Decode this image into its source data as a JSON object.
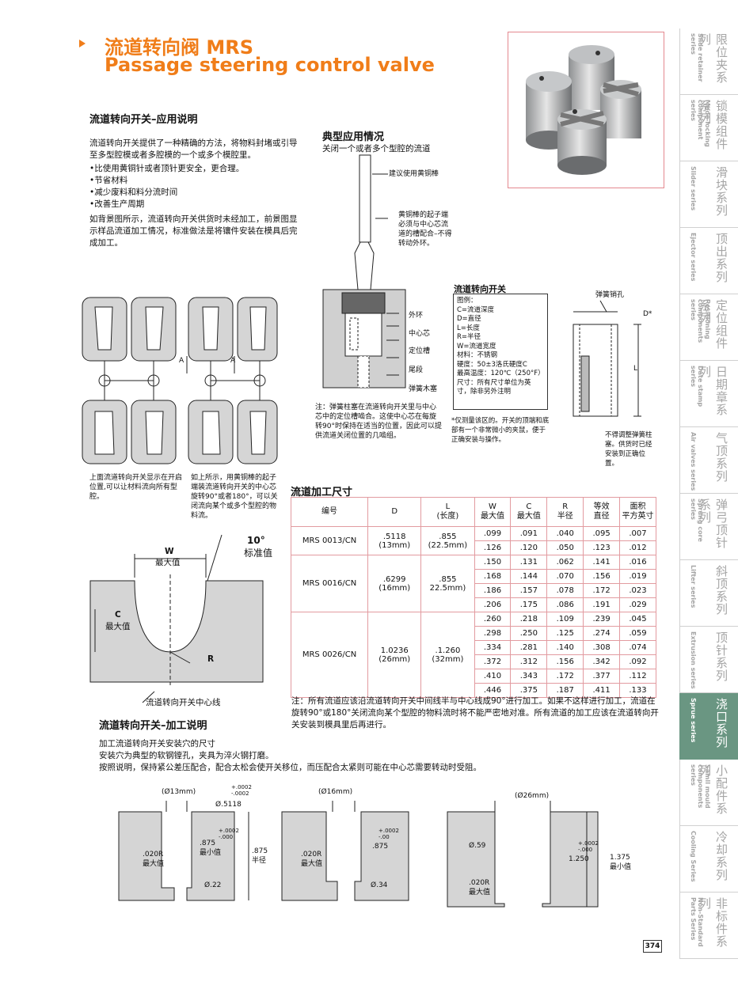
{
  "header": {
    "title_cn": "流道转向阀 MRS",
    "title_en": "Passage steering control valve"
  },
  "intro": {
    "heading": "流道转向开关–应用说明",
    "para1": "流道转向开关提供了一种精确的方法，将物料封堵或引导至多型腔模或者多腔模的一个或多个模腔里。",
    "bullets": [
      "•比使用黄铜针或者顶针更安全，更合理。",
      "•节省材料",
      "•减少废料和料分流时间",
      "•改善生产周期"
    ],
    "para2": "如背景图所示，流道转向开关供货时未经加工，前景图显示样品流道加工情况，标准做法是将镶件安装在模具后完成加工。"
  },
  "typical": {
    "heading": "典型应用情况",
    "sub": "关闭一个或者多个型腔的流道",
    "callout_brass": "建议使用黄铜棒",
    "callout_tip": "黄铜棒的起子端必须与中心芯流道的槽配合–不得转动外环。",
    "labels": [
      "外环",
      "中心芯",
      "定位槽",
      "尾段",
      "弹簧木塞"
    ],
    "note": "注：弹簧柱塞在流道转向开关里与中心芯中的定位槽啮合。这使中心芯在每旋转90°时保持在适当的位置，因此可以提供流道关闭位置的几啮组。"
  },
  "legend": {
    "heading": "流道转向开关",
    "items": [
      "图例：",
      "C=流道深度",
      "D=直径",
      "L=长度",
      "R=半径",
      "W=流道宽度",
      "材料：不锈钢",
      "硬度：50±3洛氏硬度C",
      "最高温度：120℃（250°F）",
      "尺寸：所有尺寸单位为英寸，除非另外注明"
    ],
    "note": "*仅测量该区的。开关的顶端和底部有一个非常微小的夹鼠，便于正确安装与操作。",
    "spring_hole": "弹簧销孔",
    "d_label": "D*",
    "l_label": "L",
    "spring_note": "不得调整弹簧柱塞。供货时已经安装到正确位置。"
  },
  "diagram_left": {
    "caption1": "上面流道转向开关显示在开启位置,可以让材料流向所有型腔。",
    "caption2": "如上所示，用黄铜棒的起子端装流道转向开关的中心芯旋转90°或者180°，可以关闭流向某个或多个型腔的物料流。",
    "a1": "A",
    "a2": "A"
  },
  "profile": {
    "w_label": "W",
    "w_sub": "最大值",
    "c_label": "C",
    "c_sub": "最大值",
    "r_label": "R",
    "angle": "10°",
    "angle_sub": "标准值",
    "center": "流道转向开关中心线"
  },
  "table": {
    "heading": "流道加工尺寸",
    "headers": [
      [
        "编号"
      ],
      [
        "D"
      ],
      [
        "L",
        "(长度)"
      ],
      [
        "W",
        "最大值"
      ],
      [
        "C",
        "最大值"
      ],
      [
        "R",
        "半径"
      ],
      [
        "等效",
        "直径"
      ],
      [
        "面积",
        "平方英寸"
      ]
    ],
    "groups": [
      {
        "code": "MRS 0013/CN",
        "d": ".5118",
        "d2": "(13mm)",
        "l": ".855",
        "l2": "(22.5mm)",
        "rows": [
          [
            ".099",
            ".091",
            ".040",
            ".095",
            ".007"
          ],
          [
            ".126",
            ".120",
            ".050",
            ".123",
            ".012"
          ]
        ]
      },
      {
        "code": "MRS 0016/CN",
        "d": ".6299",
        "d2": "(16mm)",
        "l": ".855",
        "l2": "22.5mm)",
        "rows": [
          [
            ".150",
            ".131",
            ".062",
            ".141",
            ".016"
          ],
          [
            ".168",
            ".144",
            ".070",
            ".156",
            ".019"
          ],
          [
            ".186",
            ".157",
            ".078",
            ".172",
            ".023"
          ],
          [
            ".206",
            ".175",
            ".086",
            ".191",
            ".029"
          ]
        ]
      },
      {
        "code": "MRS 0026/CN",
        "d": "1.0236",
        "d2": "(26mm)",
        "l": ".1.260",
        "l2": "(32mm)",
        "rows": [
          [
            ".260",
            ".218",
            ".109",
            ".239",
            ".045"
          ],
          [
            ".298",
            ".250",
            ".125",
            ".274",
            ".059"
          ],
          [
            ".334",
            ".281",
            ".140",
            ".308",
            ".074"
          ],
          [
            ".372",
            ".312",
            ".156",
            ".342",
            ".092"
          ],
          [
            ".410",
            ".343",
            ".172",
            ".377",
            ".112"
          ],
          [
            ".446",
            ".375",
            ".187",
            ".411",
            ".133"
          ]
        ]
      }
    ],
    "note": "注：所有流道应该沿流道转向开关中间线半与中心线成90°进行加工。如果不这样进行加工，流道在旋转90°或180°关闭流向某个型腔的物料流时将不能严密地对准。所有流道的加工应该在流道转向开关安装到模具里后再进行。"
  },
  "machining": {
    "heading": "流道转向开关–加工说明",
    "lines": [
      "加工流道转向开关安装穴的尺寸",
      "安装穴为典型的软钢镗孔，夹具为淬火钢打磨。",
      "按照说明，保持紧公差压配合，配合太松会使开关移位，而压配合太紧则可能在中心芯需要转动时受阻。"
    ]
  },
  "pockets": [
    {
      "top": "(Ø13mm)",
      "dia": "Ø.5118",
      "tol": "+.0002\n-.0002",
      "depth": ".875\n最小值",
      "dtol": "+.0002\n-.000",
      "total": ".875\n半径",
      "r": ".020R\n最大值",
      "bottom": "Ø.22"
    },
    {
      "top": "(Ø16mm)",
      "dia": "",
      "tol": "",
      "depth": ".875",
      "dtol": "+.0002\n-.00",
      "total": "",
      "r": ".020R\n最大值",
      "bottom": "Ø.34"
    },
    {
      "top": "(Ø26mm)",
      "dia": "Ø.59",
      "tol": "",
      "depth": "1.250",
      "dtol": "+.0002\n-.000",
      "total": "1.375\n最小值",
      "r": ".020R\n最大值",
      "bottom": ""
    }
  ],
  "sidebar": [
    {
      "cn": "限位夹系列",
      "en": "Slide retainer series"
    },
    {
      "cn": "锁模组件系列",
      "en": "Mode locking component series"
    },
    {
      "cn": "滑块系列",
      "en": "Slider series"
    },
    {
      "cn": "顶出系列",
      "en": "Ejector series"
    },
    {
      "cn": "定位组件系列",
      "en": "Positioning components series"
    },
    {
      "cn": "日期章系列",
      "en": "Date stamp series"
    },
    {
      "cn": "气顶系列",
      "en": "Air valves series"
    },
    {
      "cn": "弹弓顶针系列",
      "en": "Sprung core series"
    },
    {
      "cn": "斜顶系列",
      "en": "Lifter series"
    },
    {
      "cn": "顶针系列",
      "en": "Extrusion series"
    },
    {
      "cn": "浇口系列",
      "en": "Sprue series"
    },
    {
      "cn": "小配件系列",
      "en": "Samll mould components series"
    },
    {
      "cn": "冷却系列",
      "en": "Cooling Series"
    },
    {
      "cn": "非标件系列",
      "en": "Non-Standard Parts Series"
    }
  ],
  "page_number": "374",
  "colors": {
    "accent": "#f07d19",
    "active_tab": "#6a9682",
    "table_border": "#e29ba0"
  }
}
